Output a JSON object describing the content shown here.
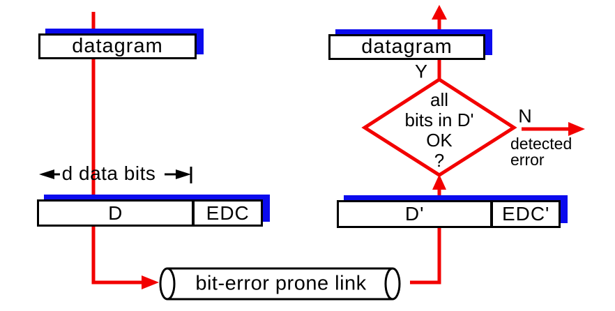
{
  "colors": {
    "red": "#f20000",
    "blue": "#0b0bee",
    "line": "#000000",
    "text": "#000000",
    "background": "#ffffff"
  },
  "sender": {
    "datagram_label": "datagram",
    "dimension_label": "d data bits",
    "frame": {
      "data_label": "D",
      "edc_label": "EDC"
    }
  },
  "link": {
    "label": "bit-error prone link"
  },
  "receiver": {
    "datagram_label": "datagram",
    "yes_label": "Y",
    "no_label": "N",
    "decision": {
      "line1": "all",
      "line2": "bits in D'",
      "line3": "OK",
      "line4": "?"
    },
    "detected_error": {
      "line1": "detected",
      "line2": "error"
    },
    "frame": {
      "data_label": "D'",
      "edc_label": "EDC'"
    }
  }
}
